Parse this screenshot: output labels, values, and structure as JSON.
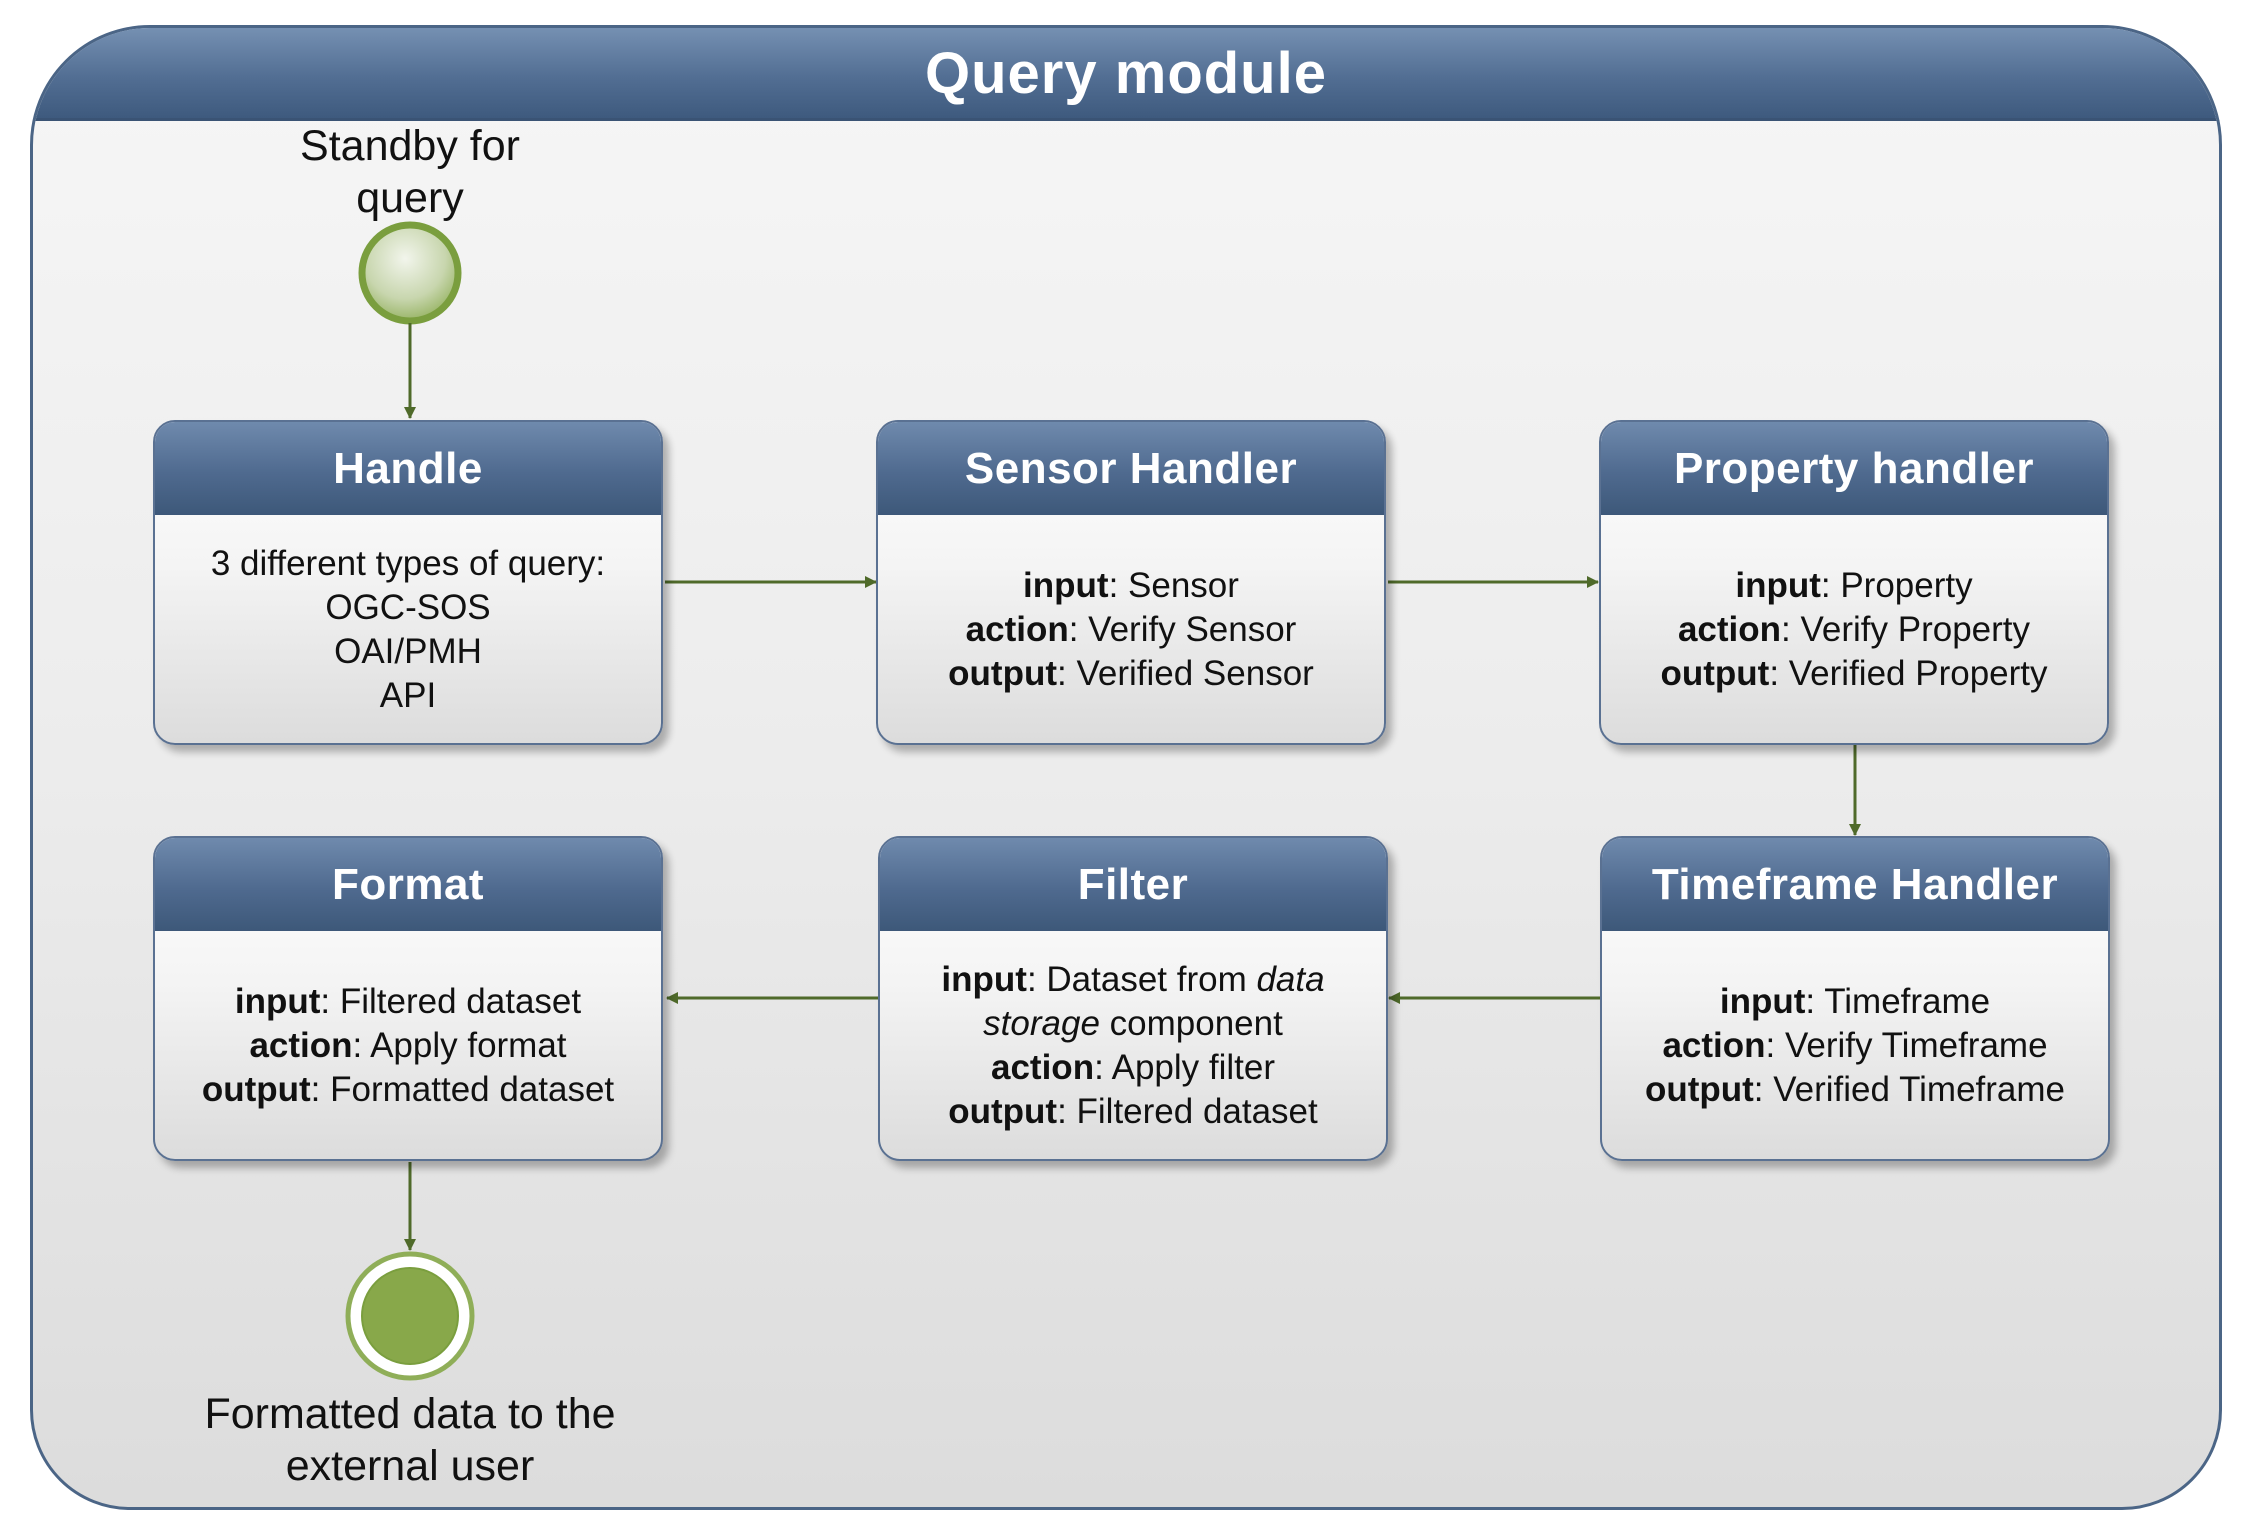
{
  "module": {
    "title": "Query module"
  },
  "start": {
    "label_line1": "Standby for",
    "label_line2": "query"
  },
  "end": {
    "label_line1": "Formatted data to the",
    "label_line2": "external user"
  },
  "nodes": {
    "handle": {
      "title": "Handle",
      "lines": [
        "3 different types of query:",
        "OGC-SOS",
        "OAI/PMH",
        "API"
      ]
    },
    "sensor": {
      "title": "Sensor Handler",
      "input_label": "input",
      "input_value": ": Sensor",
      "action_label": "action",
      "action_value": ": Verify Sensor",
      "output_label": "output",
      "output_value": ": Verified Sensor"
    },
    "property": {
      "title": "Property handler",
      "input_label": "input",
      "input_value": ": Property",
      "action_label": "action",
      "action_value": ": Verify Property",
      "output_label": "output",
      "output_value": ": Verified Property"
    },
    "timeframe": {
      "title": "Timeframe Handler",
      "input_label": "input",
      "input_value": ": Timeframe",
      "action_label": "action",
      "action_value": ": Verify Timeframe",
      "output_label": "output",
      "output_value": ": Verified Timeframe"
    },
    "filter": {
      "title": "Filter",
      "input_label": "input",
      "input_value": ": Dataset from ",
      "input_italic": "data",
      "input_italic2": "storage",
      "input_value2": " component",
      "action_label": "action",
      "action_value": ": Apply filter",
      "output_label": "output",
      "output_value": ": Filtered dataset"
    },
    "format": {
      "title": "Format",
      "input_label": "input",
      "input_value": ": Filtered dataset",
      "action_label": "action",
      "action_value": ": Apply format",
      "output_label": "output",
      "output_value": ": Formatted dataset"
    }
  },
  "colors": {
    "header_blue": "#526e93",
    "border_blue": "#4b6586",
    "arrow_green": "#4f6a2a",
    "start_green": "#7a9e3e",
    "end_green": "#88a84a"
  }
}
